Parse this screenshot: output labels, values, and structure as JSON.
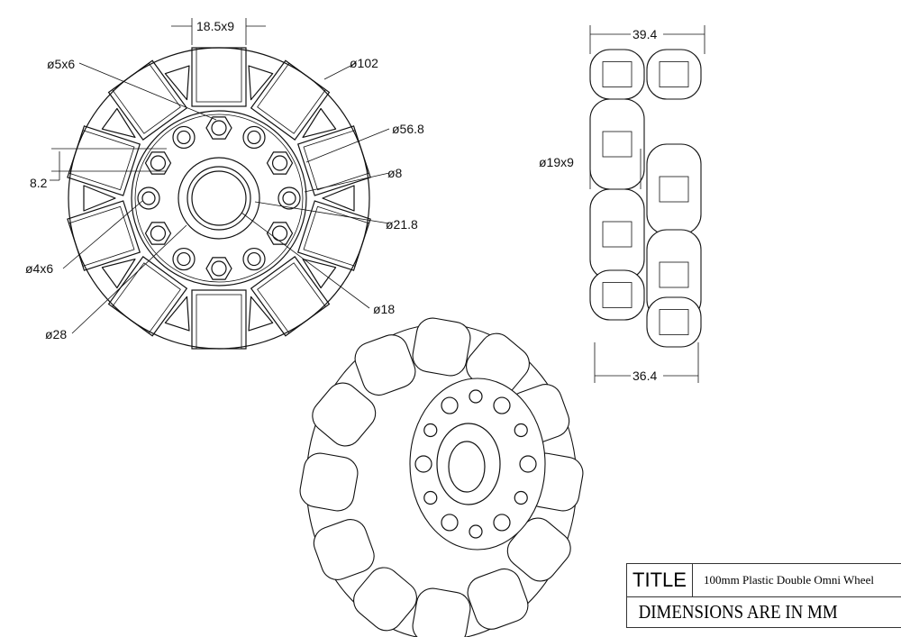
{
  "front_view": {
    "dimensions": [
      "18.5x9",
      "ø5x6",
      "ø102",
      "ø56.8",
      "8.2",
      "ø8",
      "ø21.8",
      "ø4x6",
      "ø18",
      "ø28"
    ]
  },
  "side_view": {
    "dimensions": [
      "39.4",
      "ø19x9",
      "36.4"
    ]
  },
  "title_block": {
    "title_label": "TITLE",
    "title_value": "100mm Plastic Double Omni Wheel",
    "note": "DIMENSIONS ARE IN MM"
  }
}
